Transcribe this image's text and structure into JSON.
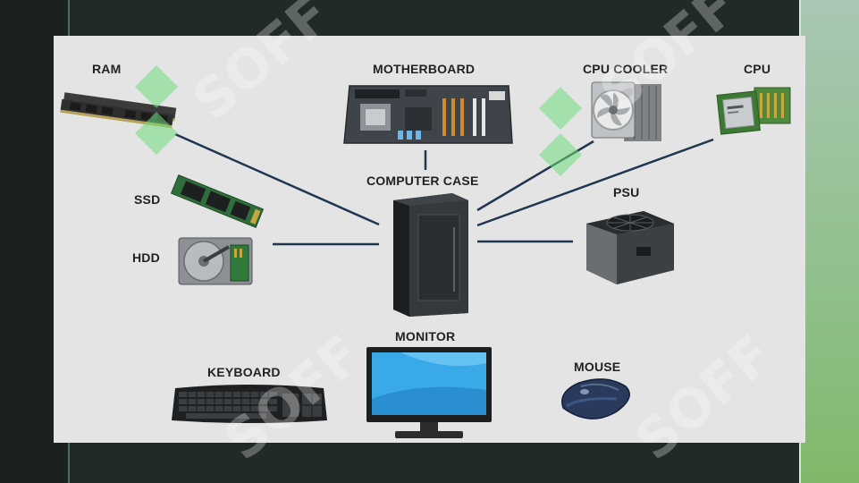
{
  "diagram": {
    "center_label": "COMPUTER CASE",
    "components": {
      "ram": "RAM",
      "motherboard": "MOTHERBOARD",
      "cpu_cooler": "CPU COOLER",
      "cpu": "CPU",
      "ssd": "SSD",
      "hdd": "HDD",
      "psu": "PSU",
      "monitor": "MONITOR",
      "keyboard": "KEYBOARD",
      "mouse": "MOUSE"
    }
  },
  "watermark": {
    "text": "SOFF",
    "color": "#6fdc7c"
  },
  "colors": {
    "panel": "#e4e4e4",
    "connector": "#1f3550",
    "accent_green": "#8fc08a"
  }
}
